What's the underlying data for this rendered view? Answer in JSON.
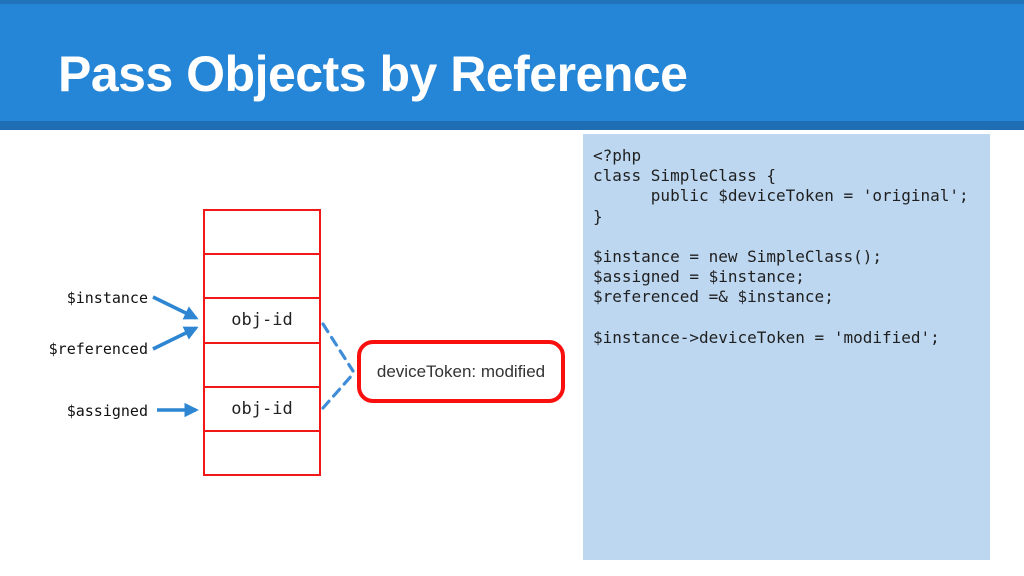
{
  "slide": {
    "title": "Pass Objects by Reference"
  },
  "diagram": {
    "labels": {
      "instance": "$instance",
      "referenced": "$referenced",
      "assigned": "$assigned"
    },
    "stack_cells": [
      "",
      "",
      "obj-id",
      "",
      "obj-id",
      ""
    ],
    "bubble_text": "deviceToken: modified"
  },
  "code": {
    "lines": [
      "<?php",
      "class SimpleClass {",
      "      public $deviceToken = 'original';",
      "}",
      "",
      "$instance = new SimpleClass();",
      "$assigned = $instance;",
      "$referenced =& $instance;",
      "",
      "$instance->deviceToken = 'modified';"
    ]
  },
  "colors": {
    "header_blue": "#2585d7",
    "header_accent_dark": "#1f6db3",
    "header_top_accent": "#2173bb",
    "title_text": "#ffffff",
    "code_background": "#bdd7f1",
    "code_text": "#1f1f1f",
    "stack_border_red": "#f21818",
    "bubble_border_red": "#fa0f0f",
    "arrow_blue": "#2e86d3",
    "dashed_line_blue": "#3f8cd9"
  }
}
